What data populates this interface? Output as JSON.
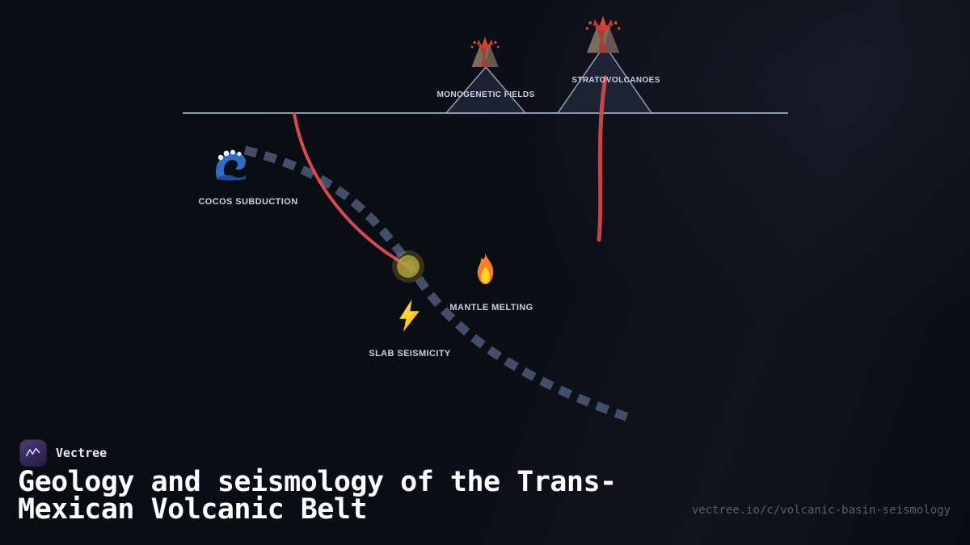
{
  "page": {
    "background": "#0a0c13"
  },
  "diagram": {
    "colors": {
      "surface_line": "#9db0c8",
      "slab_dashed": "#47536d",
      "magma_red": "#df5050",
      "melt_zone_yellow": "#b5a53c",
      "label_text": "#c7d1df",
      "volcano_outline": "#8ea0b8"
    },
    "labels": {
      "monogenetic_fields": "MONOGENETIC FIELDS",
      "stratovolcanoes": "STRATOVOLCANOES",
      "cocos_subduction": "COCOS SUBDUCTION",
      "mantle_melting": "MANTLE MELTING",
      "slab_seismicity": "SLAB SEISMICITY"
    },
    "icons": {
      "stratovolcano": "volcano-icon",
      "monogenetic_volcano": "volcano-icon",
      "ocean": "wave-icon",
      "melting": "fire-icon",
      "seismicity": "lightning-bolt-icon"
    }
  },
  "footer": {
    "brand": "Vectree",
    "logo_icon": "vectree-logo-icon",
    "title_lines": [
      "Geology and seismology of the Trans-",
      "Mexican Volcanic Belt"
    ],
    "url": "vectree.io/c/volcanic-basin-seismology"
  }
}
